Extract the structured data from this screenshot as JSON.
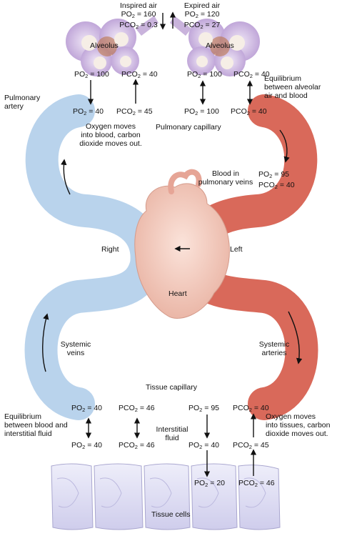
{
  "inspired": {
    "title": "Inspired air",
    "po2": "160",
    "pco2": "0.3"
  },
  "expired": {
    "title": "Expired air",
    "po2": "120",
    "pco2": "27"
  },
  "alveolus_left": {
    "title": "Alveolus",
    "po2": "100",
    "pco2": "40"
  },
  "alveolus_right": {
    "title": "Alveolus",
    "po2": "100",
    "pco2": "40"
  },
  "equilibrium_top": {
    "line1": "Equilibrium",
    "line2": "between alveolar",
    "line3": "air and blood"
  },
  "pulmonary_artery": {
    "line1": "Pulmonary",
    "line2": "artery"
  },
  "pulm_blood": {
    "po2_left": "40",
    "pco2_left": "45",
    "po2_right": "100",
    "pco2_right": "40"
  },
  "pulmonary_capillary": "Pulmonary capillary",
  "oxygen_into_blood": {
    "line1": "Oxygen moves",
    "line2": "into blood, carbon",
    "line3": "dioxide moves out."
  },
  "pulmonary_veins": {
    "line1": "Blood in",
    "line2": "pulmonary veins",
    "po2": "95",
    "pco2": "40"
  },
  "right": "Right",
  "left": "Left",
  "heart": "Heart",
  "systemic_veins": {
    "line1": "Systemic",
    "line2": "veins"
  },
  "systemic_arteries": {
    "line1": "Systemic",
    "line2": "arteries"
  },
  "tissue_capillary": "Tissue capillary",
  "tissue_blood": {
    "po2_left": "40",
    "pco2_left": "46",
    "po2_right": "95",
    "pco2_right": "40"
  },
  "equilibrium_bottom": {
    "line1": "Equilibrium",
    "line2": "between blood and",
    "line3": "interstitial fluid"
  },
  "oxygen_into_tissues": {
    "line1": "Oxygen moves",
    "line2": "into tissues, carbon",
    "line3": "dioxide moves out."
  },
  "interstitial_fluid": {
    "line1": "Interstitial",
    "line2": "fluid"
  },
  "interstitial": {
    "po2_left": "40",
    "pco2_left": "46",
    "po2_right": "40",
    "pco2_right": "45"
  },
  "cells": {
    "po2": "20",
    "pco2": "46"
  },
  "tissue_cells": "Tissue cells",
  "colors": {
    "oxygen_poor": "#b9d3ec",
    "oxygen_rich": "#d9695a",
    "heart": "#f3c9bd",
    "alveolus": "#c9b3dc",
    "cells": "#d6d4ef"
  }
}
